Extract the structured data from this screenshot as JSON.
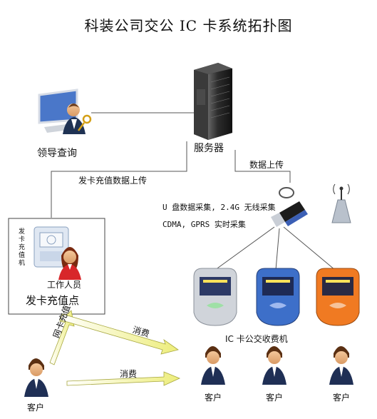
{
  "title": "科装公司交公 IC 卡系统拓扑图",
  "nodes": {
    "server": "服务器",
    "leader": "领导查询",
    "issuing_point": "发卡充值点",
    "staff": "工作人员",
    "card_machine": "发卡充值机",
    "terminals": "IC 卡公交收费机",
    "customer_left": "客户",
    "customers_right": [
      "客户",
      "客户",
      "客户"
    ]
  },
  "edges": {
    "issue_upload": "发卡充值数据上传",
    "data_upload": "数据上传",
    "collect_line1": "U 盘数据采集, 2.4G 无线采集",
    "collect_line2": "CDMA, GPRS 实时采集",
    "online_topup": "网卡充值",
    "consume_top": "消费",
    "consume_bottom": "消费"
  },
  "colors": {
    "arrow_fill": "#f4f48c",
    "terminal_silver": "#c8ccd2",
    "terminal_blue": "#3d6fc9",
    "terminal_orange": "#f07a22",
    "line": "#555555"
  }
}
